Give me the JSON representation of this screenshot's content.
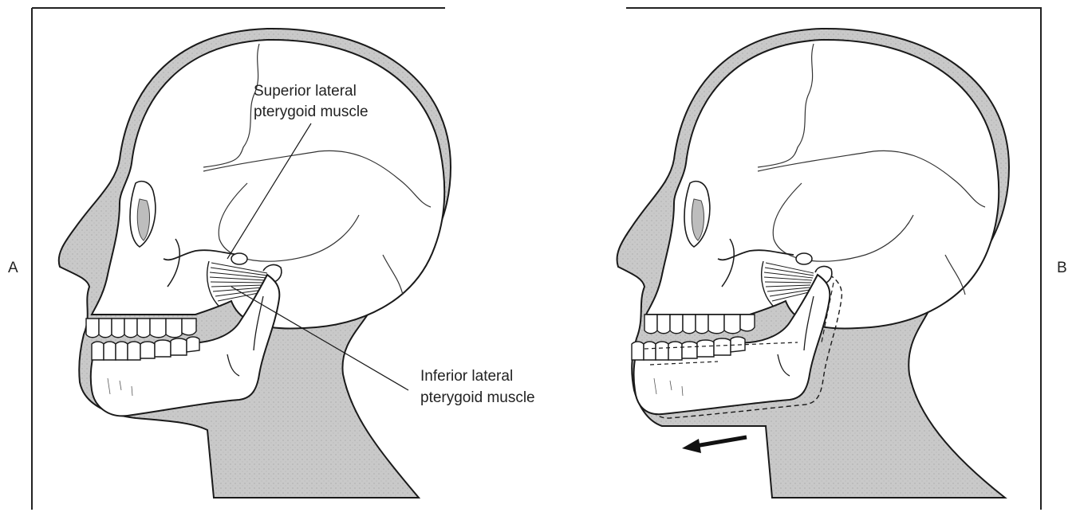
{
  "panels": [
    {
      "id": "A",
      "label": "A",
      "annotations": {
        "superior": [
          "Superior lateral",
          "pterygoid muscle"
        ],
        "inferior": [
          "Inferior lateral",
          "pterygoid muscle"
        ]
      }
    },
    {
      "id": "B",
      "label": "B",
      "annotations": {}
    }
  ],
  "colors": {
    "skin": "#c9c9c9",
    "bone": "#ffffff",
    "line": "#1a1a1a",
    "shade": "#bdbdbd"
  }
}
